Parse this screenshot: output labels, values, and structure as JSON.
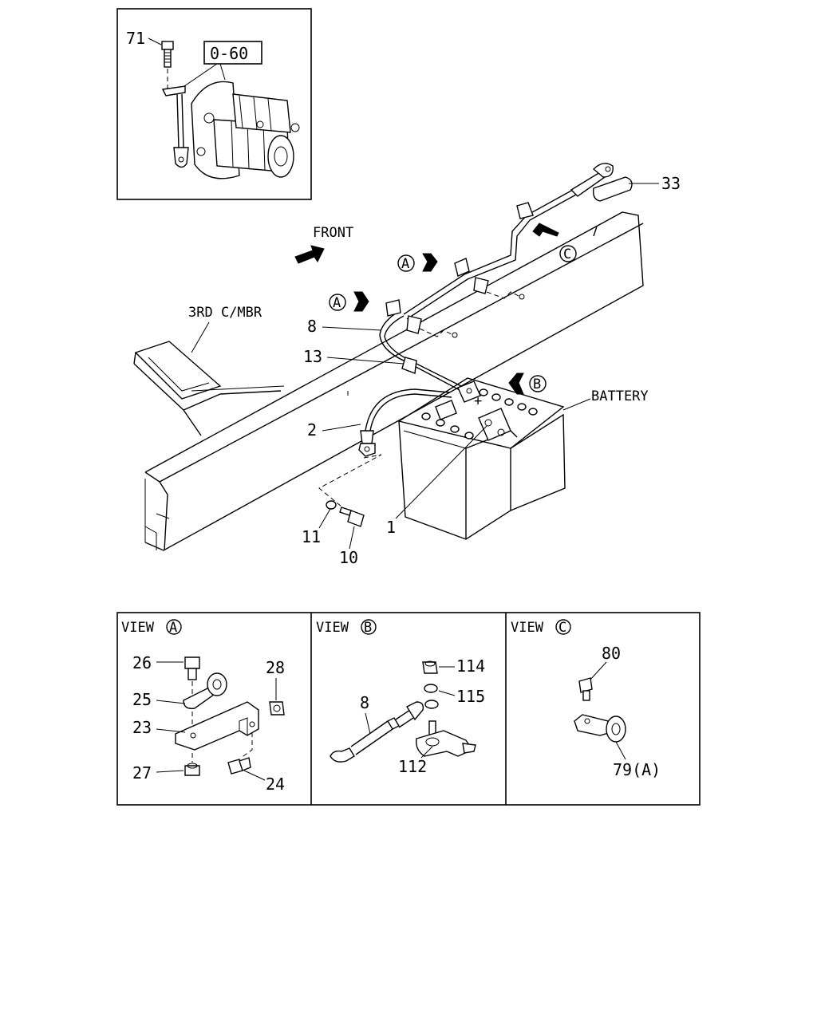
{
  "inset": {
    "ref_box": "0-60",
    "part_71": "71"
  },
  "main": {
    "front_label": "FRONT",
    "member_label": "3RD C/MBR",
    "battery_label": "BATTERY",
    "view_marker_a": "A",
    "view_marker_b": "B",
    "view_marker_c": "C",
    "parts": {
      "p1": "1",
      "p2": "2",
      "p8": "8",
      "p10": "10",
      "p11": "11",
      "p13": "13",
      "p33": "33"
    }
  },
  "views": {
    "view_word": "VIEW",
    "a": {
      "letter": "A",
      "parts": {
        "p23": "23",
        "p24": "24",
        "p25": "25",
        "p26": "26",
        "p27": "27",
        "p28": "28"
      }
    },
    "b": {
      "letter": "B",
      "parts": {
        "p8": "8",
        "p112": "112",
        "p114": "114",
        "p115": "115"
      }
    },
    "c": {
      "letter": "C",
      "parts": {
        "p79": "79(A)",
        "p80": "80"
      }
    }
  }
}
